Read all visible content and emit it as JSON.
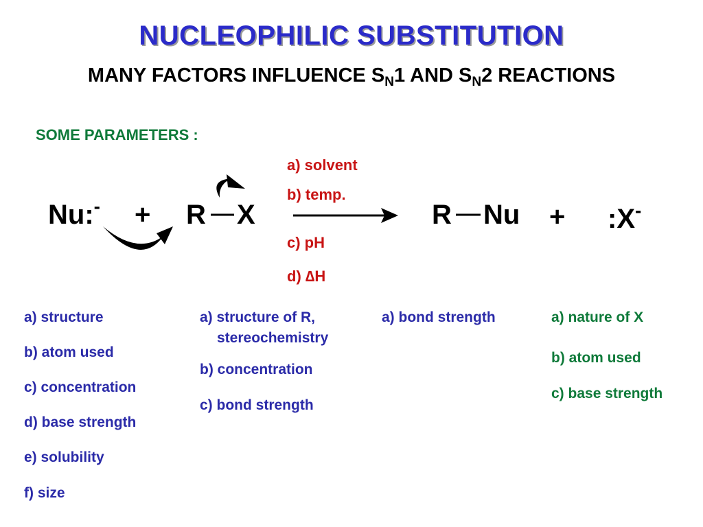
{
  "title": "NUCLEOPHILIC SUBSTITUTION",
  "subtitle": {
    "prefix": "MANY FACTORS INFLUENCE  S",
    "sn1_sub": "N",
    "sn1_suffix": "1  AND  S",
    "sn2_sub": "N",
    "sn2_suffix": "2  REACTIONS"
  },
  "parameters_label": "SOME PARAMETERS :",
  "conditions": [
    "a) solvent",
    "b) temp.",
    "c) pH",
    "d) ∆H"
  ],
  "reaction": {
    "nucleophile": "Nu:",
    "nucleophile_charge": "-",
    "plus1": "+",
    "substrate_r": "R",
    "substrate_x": "X",
    "product_r": "R",
    "product_nu": "Nu",
    "plus2": "+",
    "leaving_group": ":X",
    "leaving_group_charge": "-"
  },
  "nucleophile_factors": [
    "a) structure",
    "b) atom used",
    "c) concentration",
    "d) base strength",
    "e) solubility",
    "f) size"
  ],
  "substrate_factors": [
    "a) structure of R,",
    "stereochemistry",
    "b) concentration",
    "c) bond strength"
  ],
  "bond_factors": [
    "a) bond strength"
  ],
  "leaving_group_factors": [
    "a) nature of X",
    "b) atom used",
    "c) base strength"
  ],
  "colors": {
    "title": "#2b2bc9",
    "subtitle": "#000000",
    "parameters": "#0f7a3a",
    "conditions": "#c81414",
    "factors_blue": "#2a2aa8",
    "factors_green": "#0f7a3a"
  }
}
